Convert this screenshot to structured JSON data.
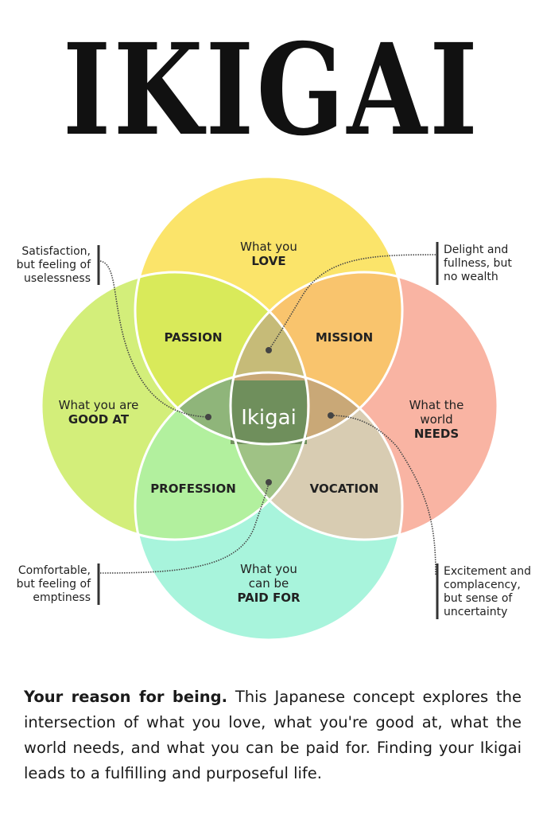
{
  "title": "IKIGAI",
  "diagram": {
    "center": "Ikigai",
    "circles": {
      "love": {
        "line1": "What you",
        "line2": "LOVE",
        "color": "#fbe46a"
      },
      "good_at": {
        "line1": "What you are",
        "line2": "GOOD AT",
        "color": "#d3ee7a"
      },
      "needs": {
        "line1": "What the",
        "line2": "world",
        "line3": "NEEDS",
        "color": "#f9b4a3"
      },
      "paid_for": {
        "line1": "What you",
        "line2": "can be",
        "line3": "PAID FOR",
        "color": "#a8f4dc"
      }
    },
    "intersections": {
      "passion": "PASSION",
      "mission": "MISSION",
      "profession": "PROFESSION",
      "vocation": "VOCATION"
    },
    "callouts": {
      "top_left": [
        "Satisfaction,",
        "but feeling of",
        "uselessness"
      ],
      "top_right": [
        "Delight and",
        "fullness, but",
        "no wealth"
      ],
      "bottom_left": [
        "Comfortable,",
        "but feeling of",
        "emptiness"
      ],
      "bottom_right": [
        "Excitement and",
        "complacency,",
        "but sense of",
        "uncertainty"
      ]
    }
  },
  "description": {
    "lead": "Your reason for being.",
    "body": " This Japanese concept explores the intersection of what you love, what you're good at, what the world needs, and what you can be paid for. Finding your Ikigai leads to a fulfilling and purposeful life."
  }
}
